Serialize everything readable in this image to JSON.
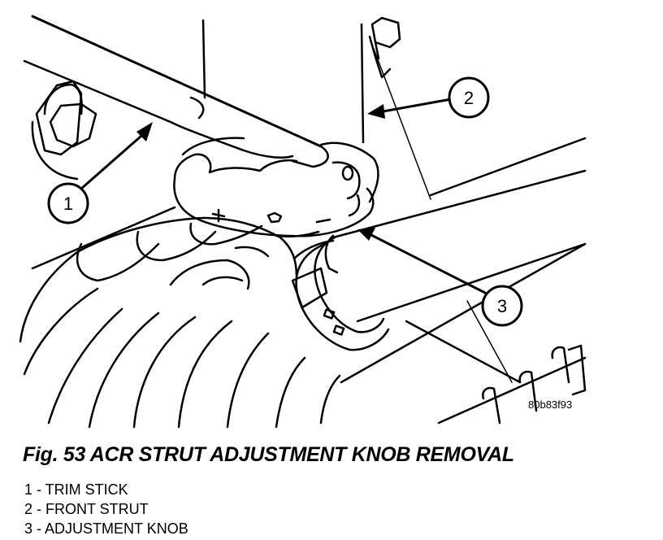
{
  "figure": {
    "callouts": [
      "1",
      "2",
      "3"
    ],
    "image_code": "80b83f93"
  },
  "caption": "Fig. 53 ACR STRUT ADJUSTMENT KNOB REMOVAL",
  "legend": [
    "1 - TRIM STICK",
    "2 - FRONT STRUT",
    "3 - ADJUSTMENT KNOB"
  ]
}
